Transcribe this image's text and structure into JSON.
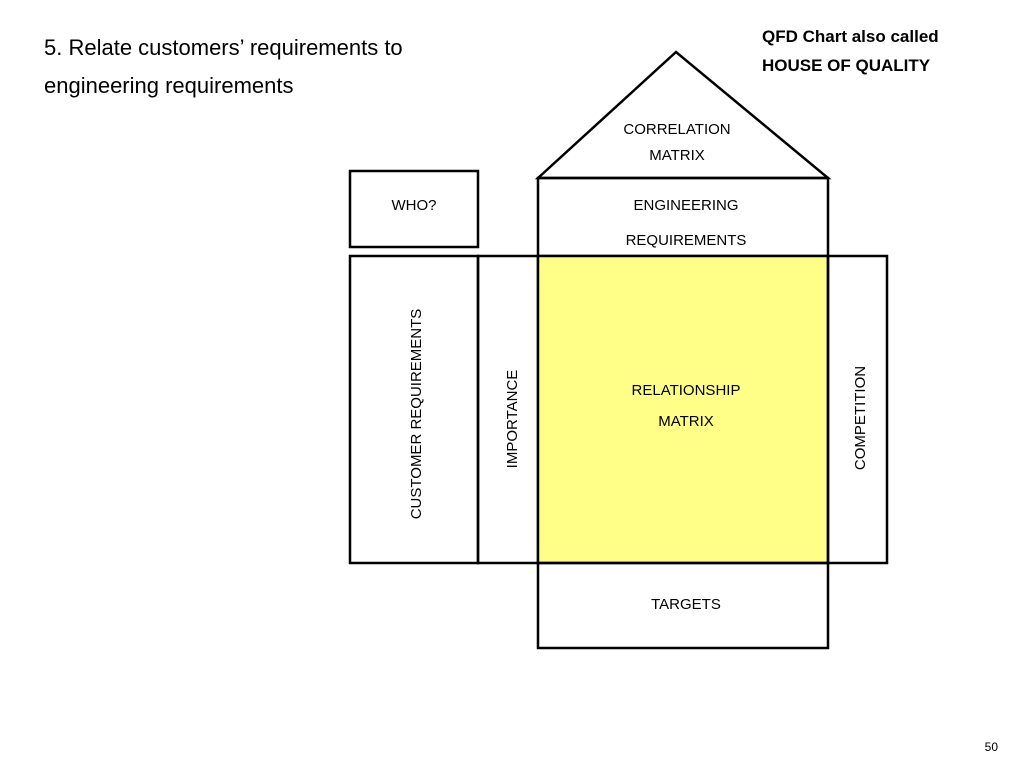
{
  "slide": {
    "title_line1": "5. Relate customers’ requirements to",
    "title_line2": "engineering requirements",
    "note_line1": "QFD Chart also called",
    "note_line2": "HOUSE OF QUALITY",
    "page_number": "50"
  },
  "house": {
    "roof": {
      "line1": "CORRELATION",
      "line2": "MATRIX"
    },
    "who": "WHO?",
    "engineering": {
      "line1": "ENGINEERING",
      "line2": "REQUIREMENTS"
    },
    "customer_requirements": "CUSTOMER REQUIREMENTS",
    "importance": "IMPORTANCE",
    "relationship": {
      "line1": "RELATIONSHIP",
      "line2": "MATRIX"
    },
    "competition": "COMPETITION",
    "targets": "TARGETS"
  },
  "colors": {
    "relationship_fill": "#ffff88",
    "stroke": "#000000"
  }
}
